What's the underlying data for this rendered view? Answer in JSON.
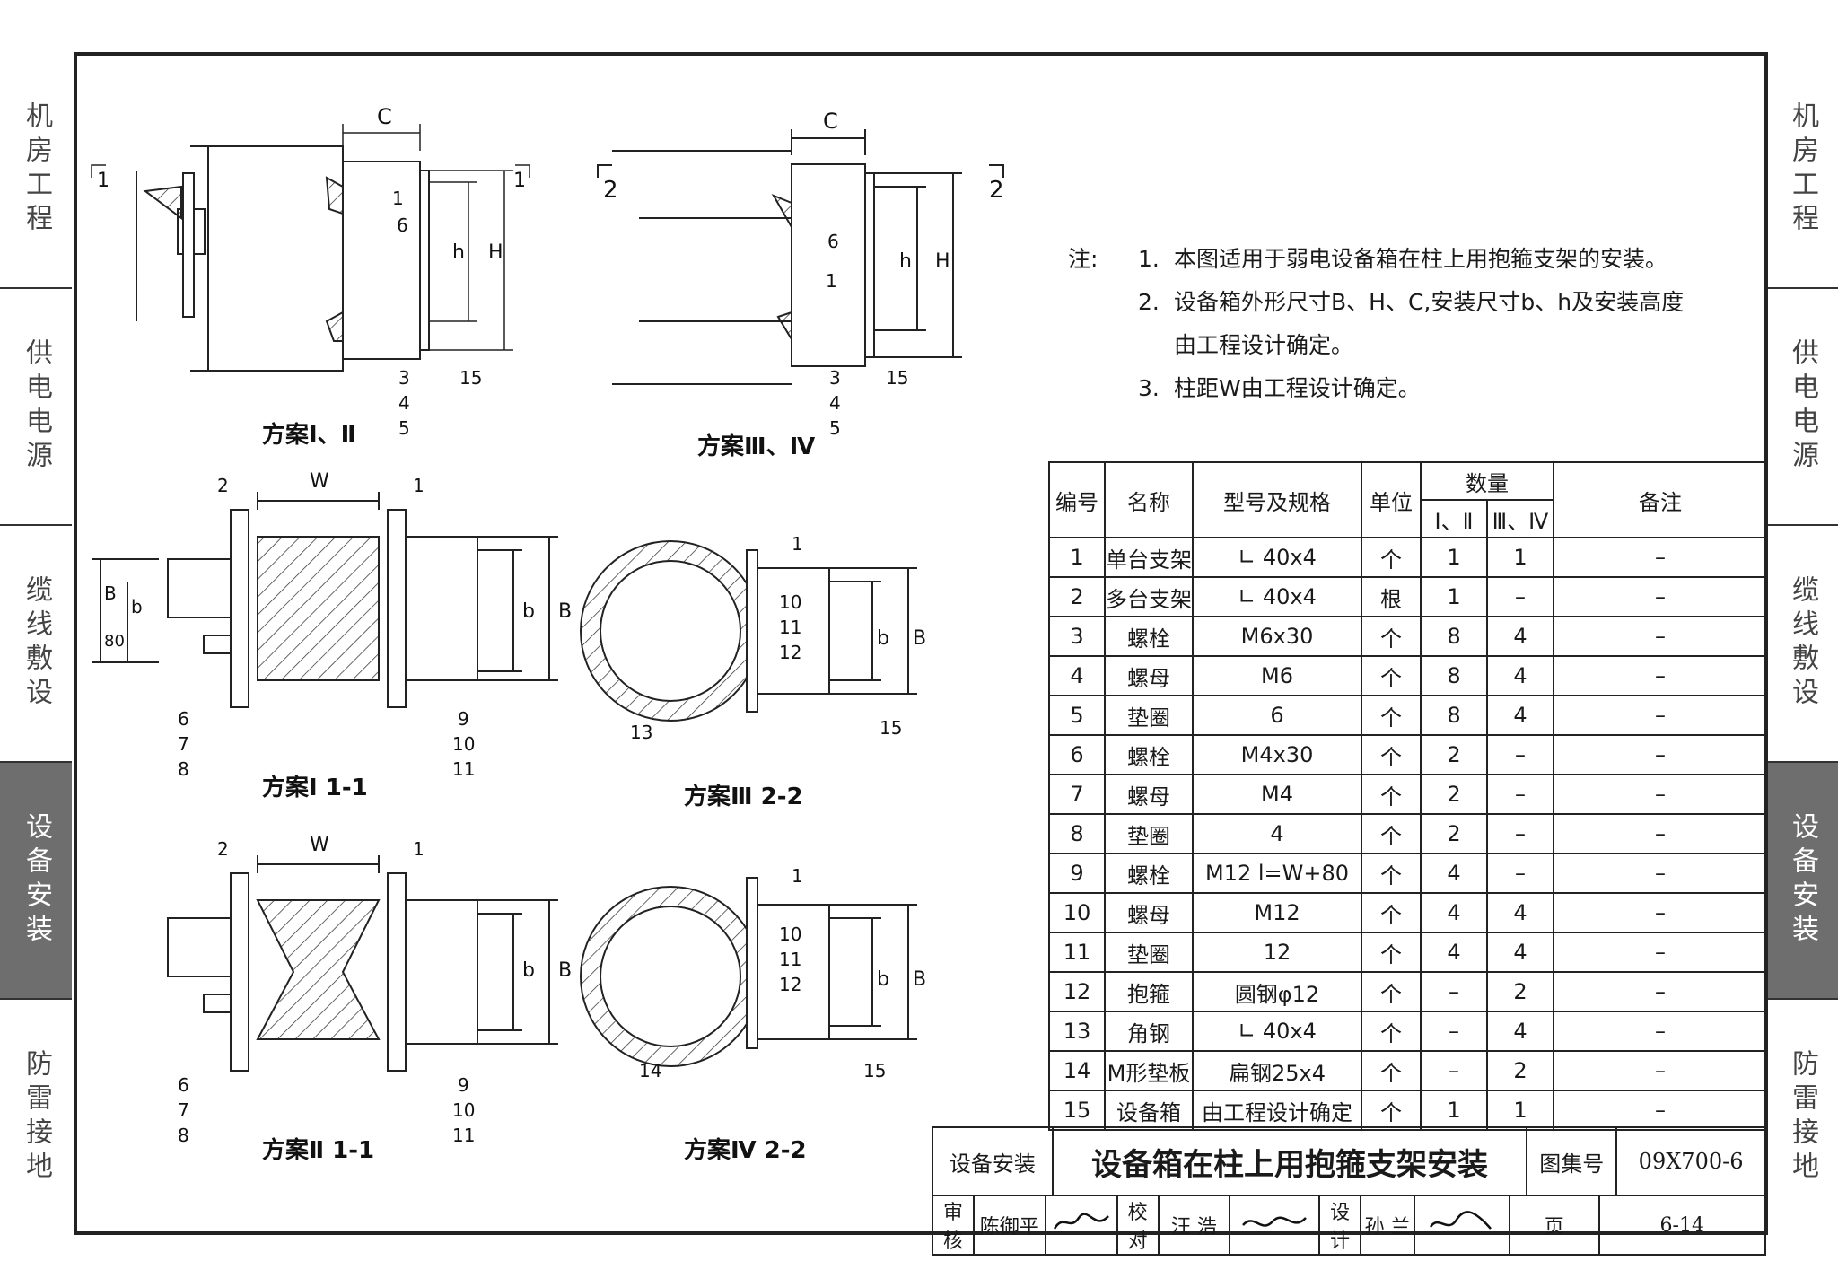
{
  "side_tabs": {
    "items": [
      {
        "label": "机房工程"
      },
      {
        "label": "供电电源"
      },
      {
        "label": "缆线敷设"
      },
      {
        "label": "设备安装",
        "active": true
      },
      {
        "label": "防雷接地"
      }
    ]
  },
  "notes": {
    "prefix": "注:",
    "items": [
      {
        "num": "1.",
        "text": "本图适用于弱电设备箱在柱上用抱箍支架的安装。"
      },
      {
        "num": "2.",
        "text": "设备箱外形尺寸B、H、C,安装尺寸b、h及安装高度"
      },
      {
        "num": "",
        "text": "由工程设计确定。"
      },
      {
        "num": "3.",
        "text": "柱距W由工程设计确定。"
      }
    ]
  },
  "views": {
    "v1_title": "方案Ⅰ、Ⅱ",
    "v2_title": "方案Ⅲ、Ⅳ",
    "v3_title": "方案Ⅰ 1-1",
    "v4_title": "方案Ⅲ 2-2",
    "v5_title": "方案Ⅱ 1-1",
    "v6_title": "方案Ⅳ 2-2",
    "dim_C": "C",
    "dim_W": "W",
    "dim_h": "h",
    "dim_H": "H",
    "dim_b": "b",
    "dim_B": "B",
    "dim_80": "80",
    "sec_1": "1",
    "sec_2": "2",
    "n1": "1",
    "n2": "2",
    "n3": "3",
    "n4": "4",
    "n5": "5",
    "n6": "6",
    "n7": "7",
    "n8": "8",
    "n9": "9",
    "n10": "10",
    "n11": "11",
    "n12": "12",
    "n13": "13",
    "n14": "14",
    "n15": "15"
  },
  "bom": {
    "headers": {
      "no": "编号",
      "name": "名称",
      "spec": "型号及规格",
      "unit": "单位",
      "qty": "数量",
      "qty_a": "Ⅰ、Ⅱ",
      "qty_b": "Ⅲ、Ⅳ",
      "remark": "备注"
    },
    "rows": [
      {
        "no": "1",
        "name": "单台支架",
        "spec": "∟ 40x4",
        "unit": "个",
        "a": "1",
        "b": "1",
        "r": "–"
      },
      {
        "no": "2",
        "name": "多台支架",
        "spec": "∟ 40x4",
        "unit": "根",
        "a": "1",
        "b": "–",
        "r": "–"
      },
      {
        "no": "3",
        "name": "螺栓",
        "spec": "M6x30",
        "unit": "个",
        "a": "8",
        "b": "4",
        "r": "–"
      },
      {
        "no": "4",
        "name": "螺母",
        "spec": "M6",
        "unit": "个",
        "a": "8",
        "b": "4",
        "r": "–"
      },
      {
        "no": "5",
        "name": "垫圈",
        "spec": "6",
        "unit": "个",
        "a": "8",
        "b": "4",
        "r": "–"
      },
      {
        "no": "6",
        "name": "螺栓",
        "spec": "M4x30",
        "unit": "个",
        "a": "2",
        "b": "–",
        "r": "–"
      },
      {
        "no": "7",
        "name": "螺母",
        "spec": "M4",
        "unit": "个",
        "a": "2",
        "b": "–",
        "r": "–"
      },
      {
        "no": "8",
        "name": "垫圈",
        "spec": "4",
        "unit": "个",
        "a": "2",
        "b": "–",
        "r": "–"
      },
      {
        "no": "9",
        "name": "螺栓",
        "spec": "M12 l=W+80",
        "unit": "个",
        "a": "4",
        "b": "–",
        "r": "–"
      },
      {
        "no": "10",
        "name": "螺母",
        "spec": "M12",
        "unit": "个",
        "a": "4",
        "b": "4",
        "r": "–"
      },
      {
        "no": "11",
        "name": "垫圈",
        "spec": "12",
        "unit": "个",
        "a": "4",
        "b": "4",
        "r": "–"
      },
      {
        "no": "12",
        "name": "抱箍",
        "spec": "圆钢φ12",
        "unit": "个",
        "a": "–",
        "b": "2",
        "r": "–"
      },
      {
        "no": "13",
        "name": "角钢",
        "spec": "∟ 40x4",
        "unit": "个",
        "a": "–",
        "b": "4",
        "r": "–"
      },
      {
        "no": "14",
        "name": "M形垫板",
        "spec": "扁钢25x4",
        "unit": "个",
        "a": "–",
        "b": "2",
        "r": "–"
      },
      {
        "no": "15",
        "name": "设备箱",
        "spec": "由工程设计确定",
        "unit": "个",
        "a": "1",
        "b": "1",
        "r": "–"
      }
    ]
  },
  "title_block": {
    "category": "设备安装",
    "title": "设备箱在柱上用抱箍支架安装",
    "atlas_label": "图集号",
    "atlas_no": "09X700-6",
    "review_label": "审核",
    "reviewer": "陈御平",
    "check_label": "校对",
    "checker": "汪 浩",
    "design_label": "设计",
    "designer": "孙 兰",
    "page_label": "页",
    "page_no": "6-14"
  }
}
